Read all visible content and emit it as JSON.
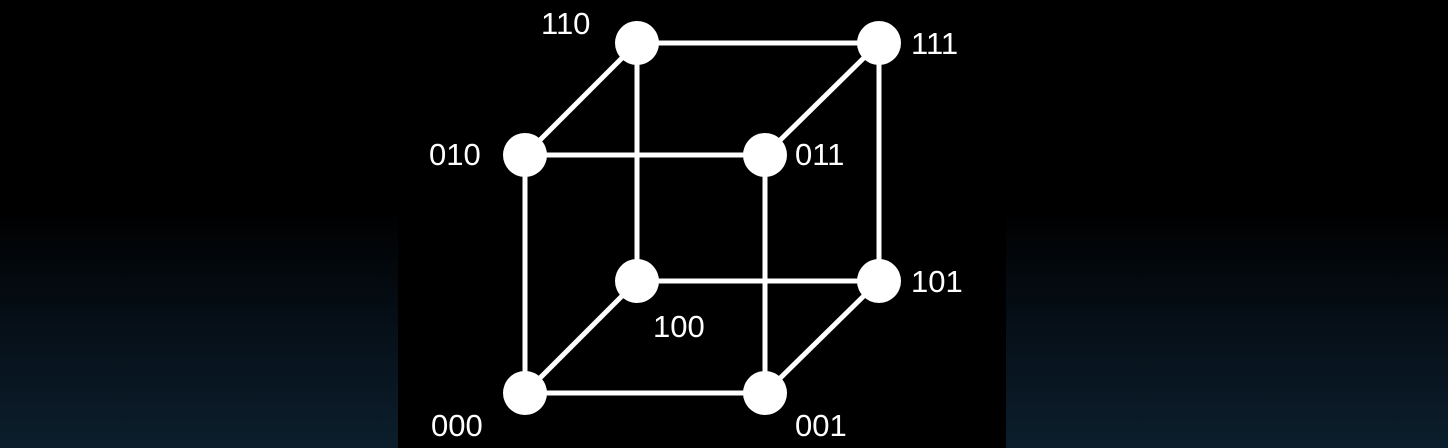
{
  "diagram": {
    "colors": {
      "background": "#000000",
      "stroke": "#ffffff",
      "node": "#ffffff",
      "label": "#ffffff"
    },
    "nodes": [
      {
        "id": "000",
        "label": "000"
      },
      {
        "id": "001",
        "label": "001"
      },
      {
        "id": "010",
        "label": "010"
      },
      {
        "id": "011",
        "label": "011"
      },
      {
        "id": "100",
        "label": "100"
      },
      {
        "id": "101",
        "label": "101"
      },
      {
        "id": "110",
        "label": "110"
      },
      {
        "id": "111",
        "label": "111"
      }
    ],
    "edges": [
      [
        "000",
        "001"
      ],
      [
        "000",
        "010"
      ],
      [
        "000",
        "100"
      ],
      [
        "001",
        "011"
      ],
      [
        "001",
        "101"
      ],
      [
        "010",
        "011"
      ],
      [
        "010",
        "110"
      ],
      [
        "011",
        "111"
      ],
      [
        "100",
        "101"
      ],
      [
        "100",
        "110"
      ],
      [
        "101",
        "111"
      ],
      [
        "110",
        "111"
      ]
    ]
  }
}
